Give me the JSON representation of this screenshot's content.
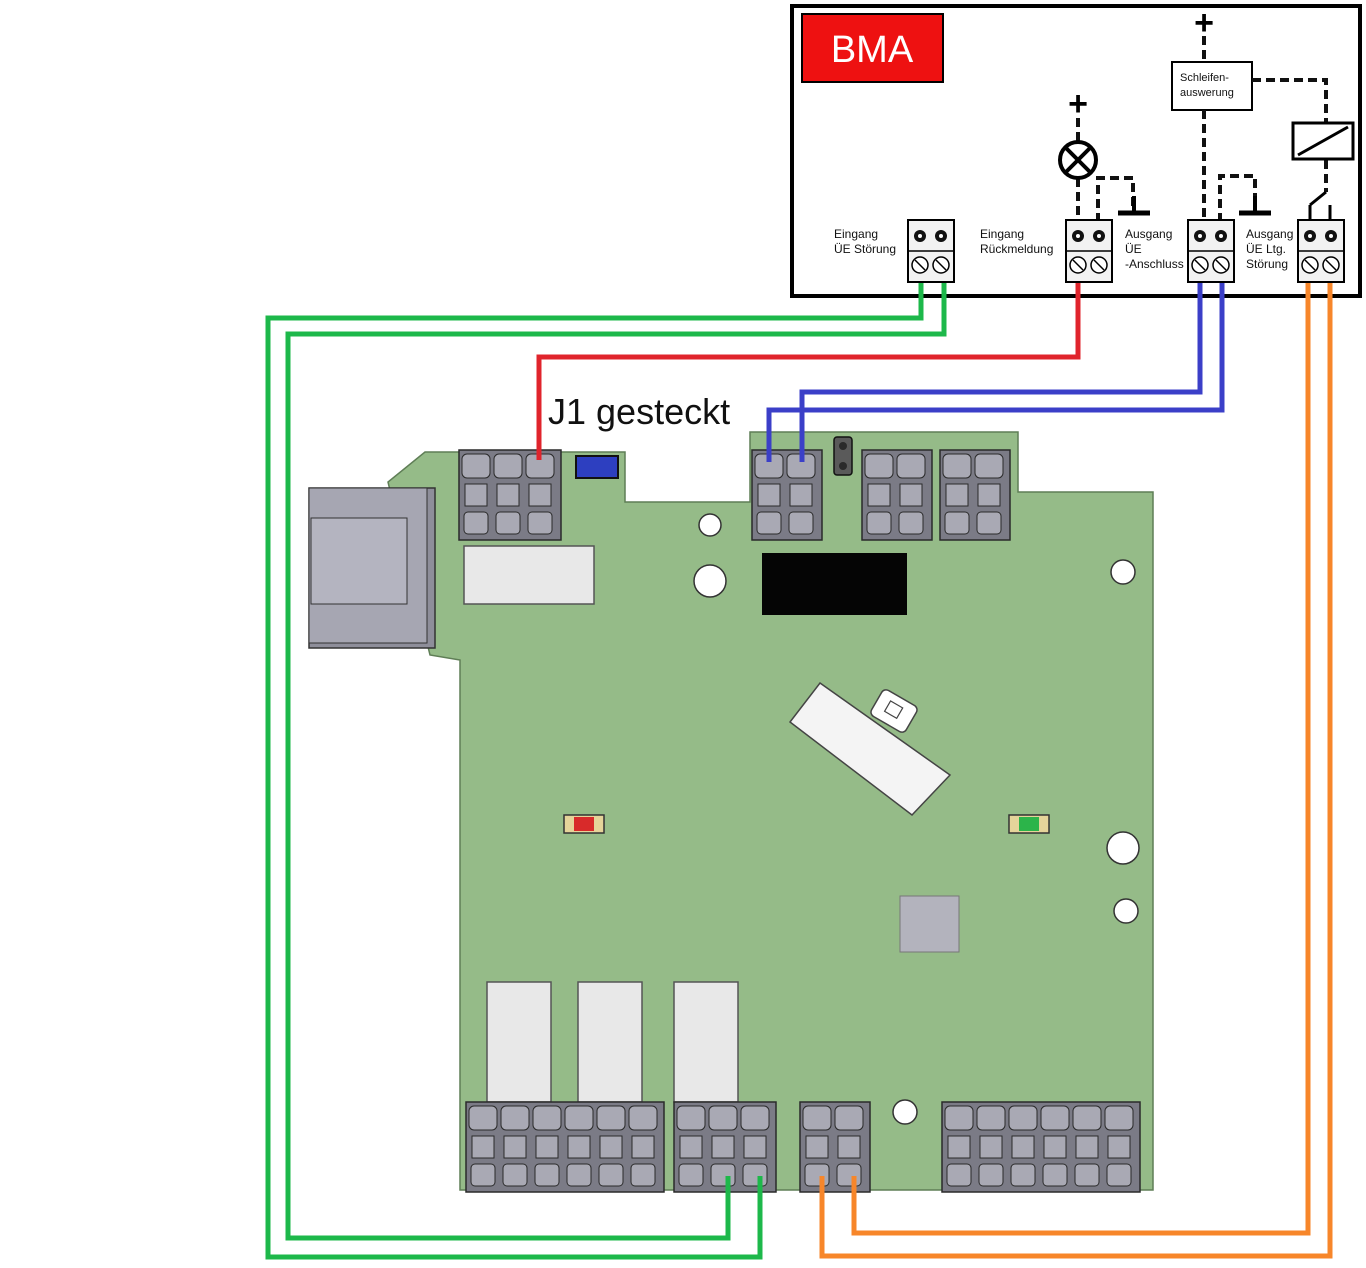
{
  "bma": {
    "title": "BMA",
    "loop_box_line1": "Schleifen-",
    "loop_box_line2": "auswerung",
    "plus_symbol": "+",
    "terminals": [
      {
        "lines": [
          "Eingang",
          "ÜE Störung"
        ]
      },
      {
        "lines": [
          "Eingang",
          "Rückmeldung"
        ]
      },
      {
        "lines": [
          "Ausgang",
          "ÜE",
          "-Anschluss"
        ]
      },
      {
        "lines": [
          "Ausgang",
          "ÜE Ltg.",
          "Störung"
        ]
      }
    ]
  },
  "board": {
    "jumper_label": "J1 gesteckt"
  },
  "wire_colors": {
    "green": "#1db84a",
    "red": "#e0242c",
    "blue": "#3b3fc8",
    "orange": "#f7862a",
    "board": "#95bb88",
    "bma_red": "#ee1111"
  }
}
